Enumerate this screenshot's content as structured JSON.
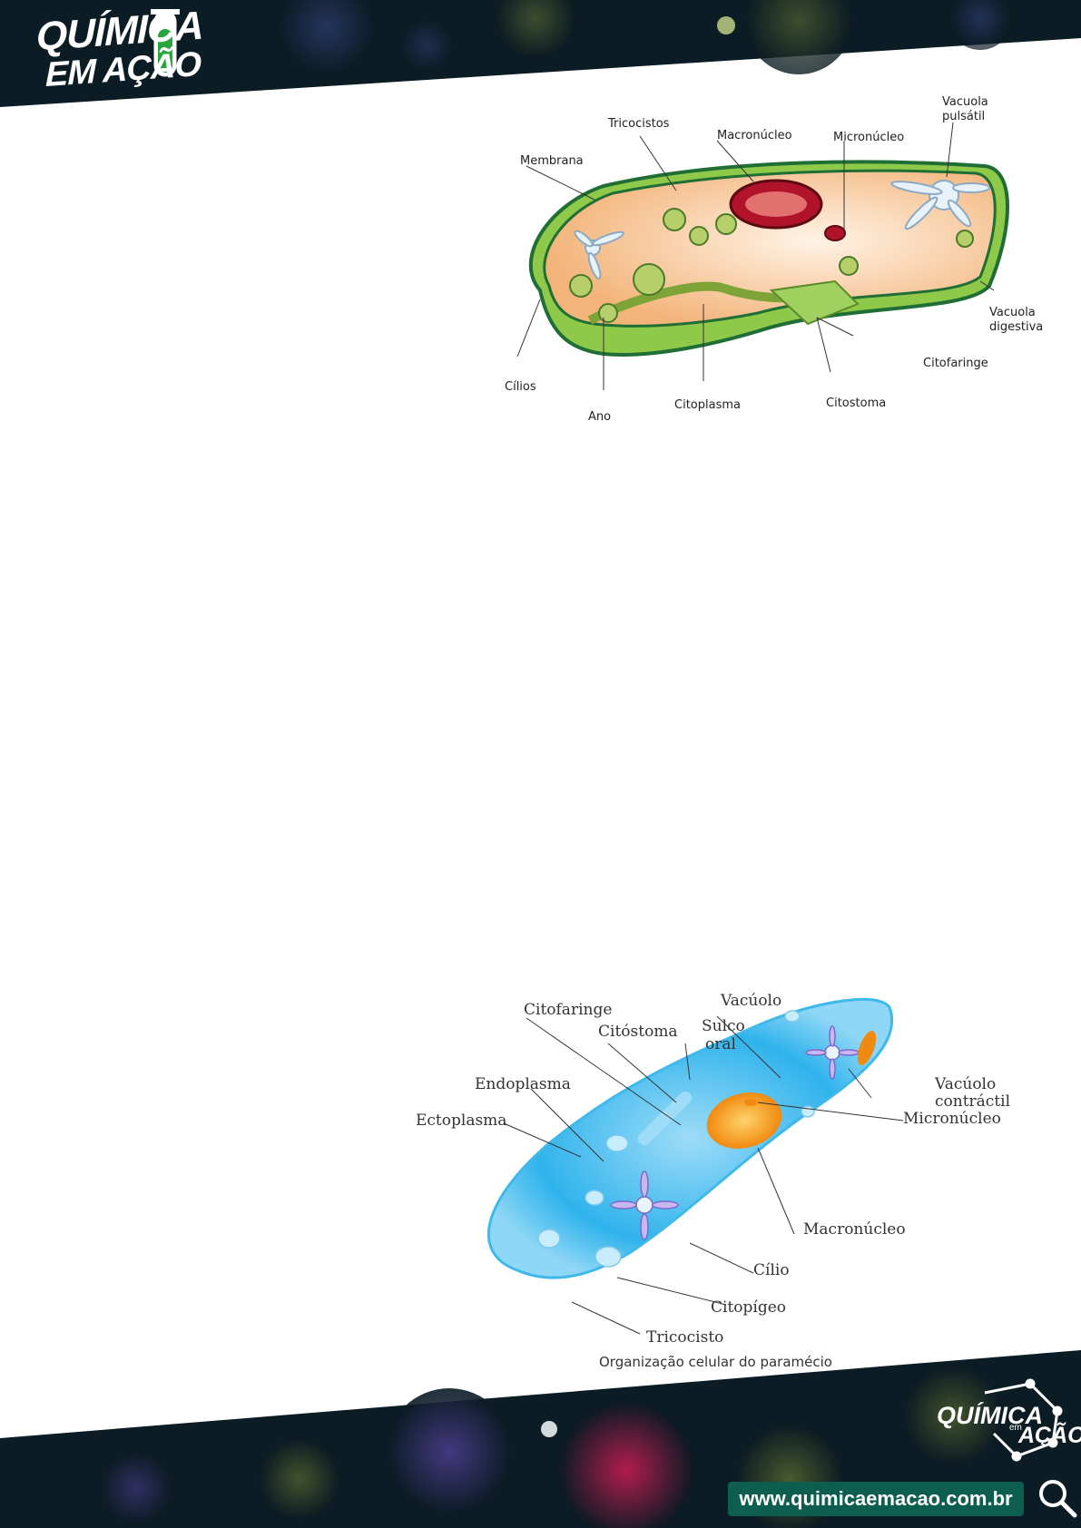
{
  "header": {
    "logo_line1": "QUÍMICA",
    "logo_line2": "EM AÇÃO"
  },
  "figure1": {
    "labels": {
      "tricocistos": "Tricocistos",
      "macronucleo": "Macronúcleo",
      "micronucleo": "Micronúcleo",
      "vacuola_pulsatil_1": "Vacuola",
      "vacuola_pulsatil_2": "pulsátil",
      "membrana": "Membrana",
      "vacuola_digestiva_1": "Vacuola",
      "vacuola_digestiva_2": "digestiva",
      "citofaringe": "Citofaringe",
      "cilios": "Cílios",
      "ano": "Ano",
      "citoplasma": "Citoplasma",
      "citostoma": "Citostoma"
    }
  },
  "figure2": {
    "labels": {
      "citofaringe": "Citofaringe",
      "citostoma": "Citóstoma",
      "sulco_1": "Sulco",
      "sulco_2": "oral",
      "vacuolo": "Vacúolo",
      "endoplasma": "Endoplasma",
      "ectoplasma": "Ectoplasma",
      "vacuolo_contractil_1": "Vacúolo",
      "vacuolo_contractil_2": "contráctil",
      "micronucleo": "Micronúcleo",
      "macronucleo": "Macronúcleo",
      "cilio": "Cílio",
      "citopigeo": "Citopígeo",
      "tricocisto": "Tricocisto"
    },
    "caption": "Organização celular do paramécio"
  },
  "footer": {
    "url": "www.quimicaemacao.com.br",
    "logo_line1": "QUÍMICA",
    "logo_small": "em",
    "logo_line2": "AÇÃO"
  },
  "colors": {
    "header_bg": "#0a1a22",
    "url_box": "#0e5e4f",
    "cell1_fill": "#f6c79a",
    "cell1_border": "#1f6e35",
    "cell2_fill": "#2fb3ec",
    "nucleus_orange": "#f08a10",
    "nucleus_red": "#b0132a"
  }
}
